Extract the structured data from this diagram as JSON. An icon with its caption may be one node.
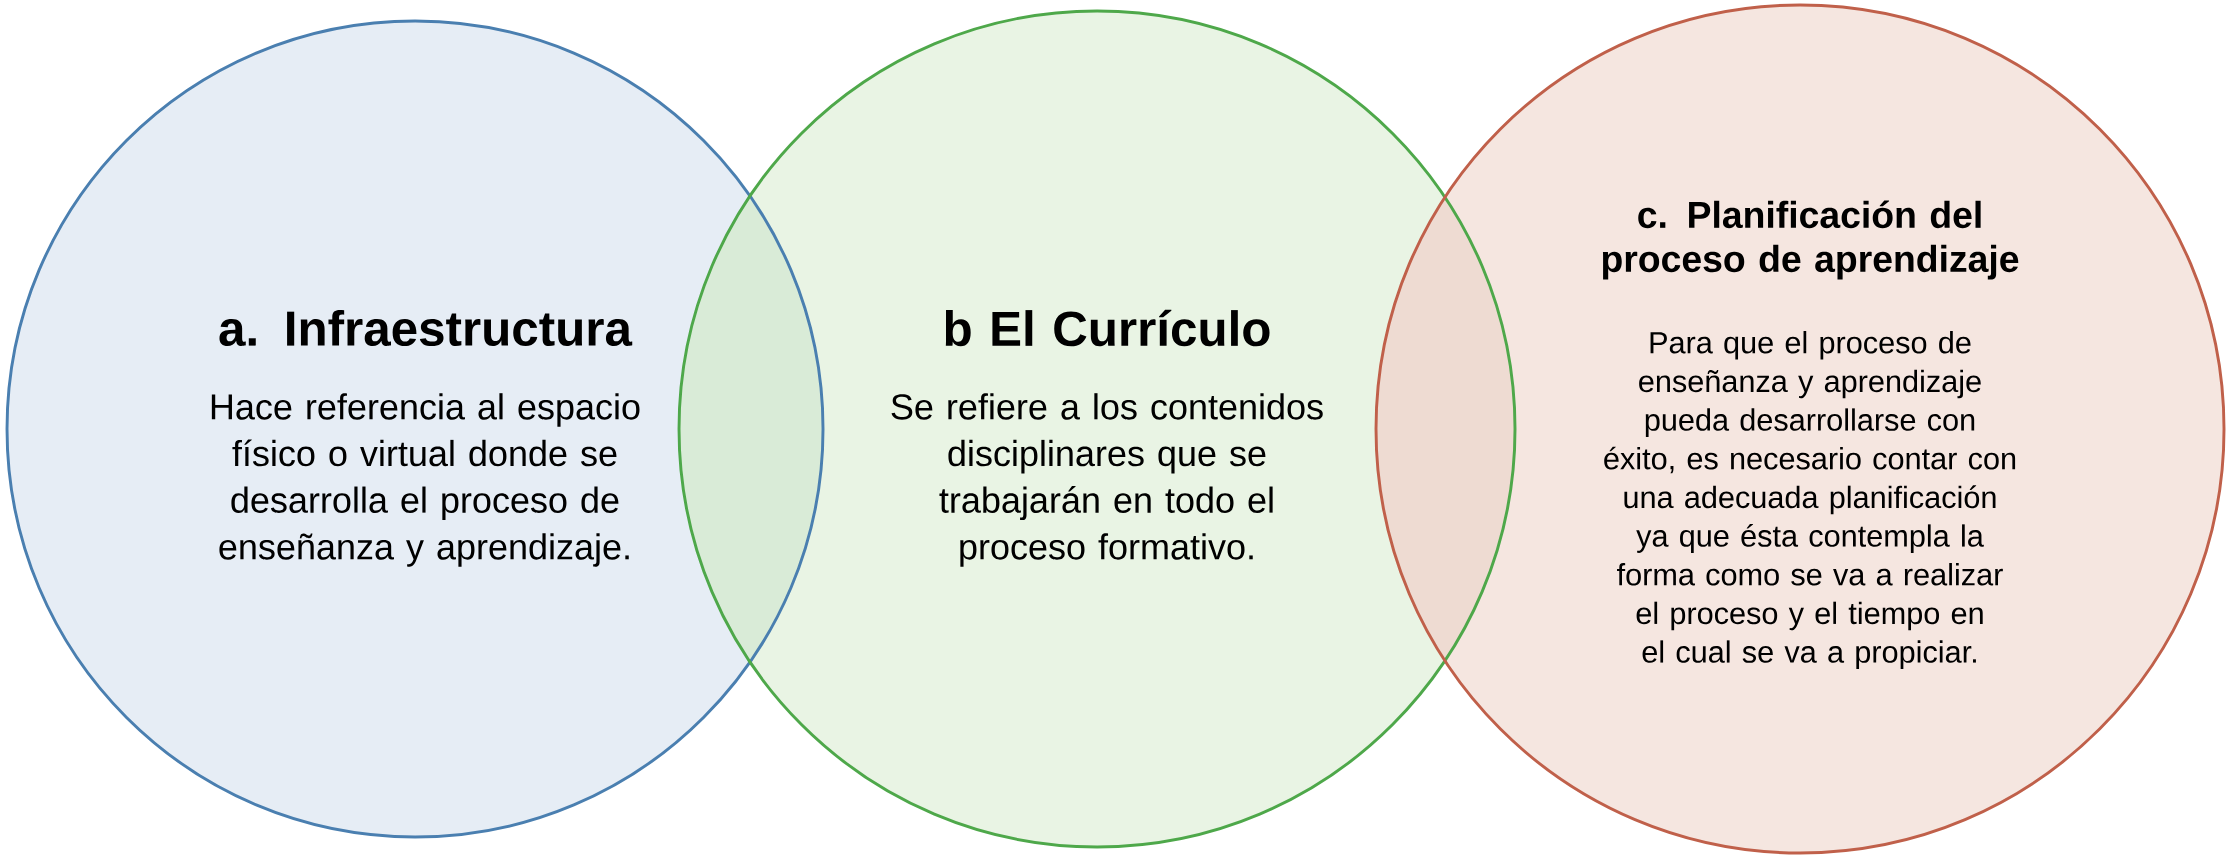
{
  "diagram": {
    "nodes": [
      {
        "text": [
          "a. Infraestructura",
          "Hace referencia al espacio físico o virtual donde se desarrolla el proceso de enseñanza y aprendizaje."
        ]
      },
      {
        "text": [
          "b El Currículo",
          "Se refiere a los contenidos disciplinares que se trabajarán en todo el proceso formativo."
        ]
      },
      {
        "text": [
          "c. Planificación del proceso de aprendizaje",
          "Para que el proceso de enseñanza y aprendizaje pueda desarrollarse con éxito, es necesario contar con una adecuada planificación ya que ésta contempla la forma como se va a realizar el proceso y el tiempo en el cual se va a propiciar."
        ]
      }
    ]
  }
}
